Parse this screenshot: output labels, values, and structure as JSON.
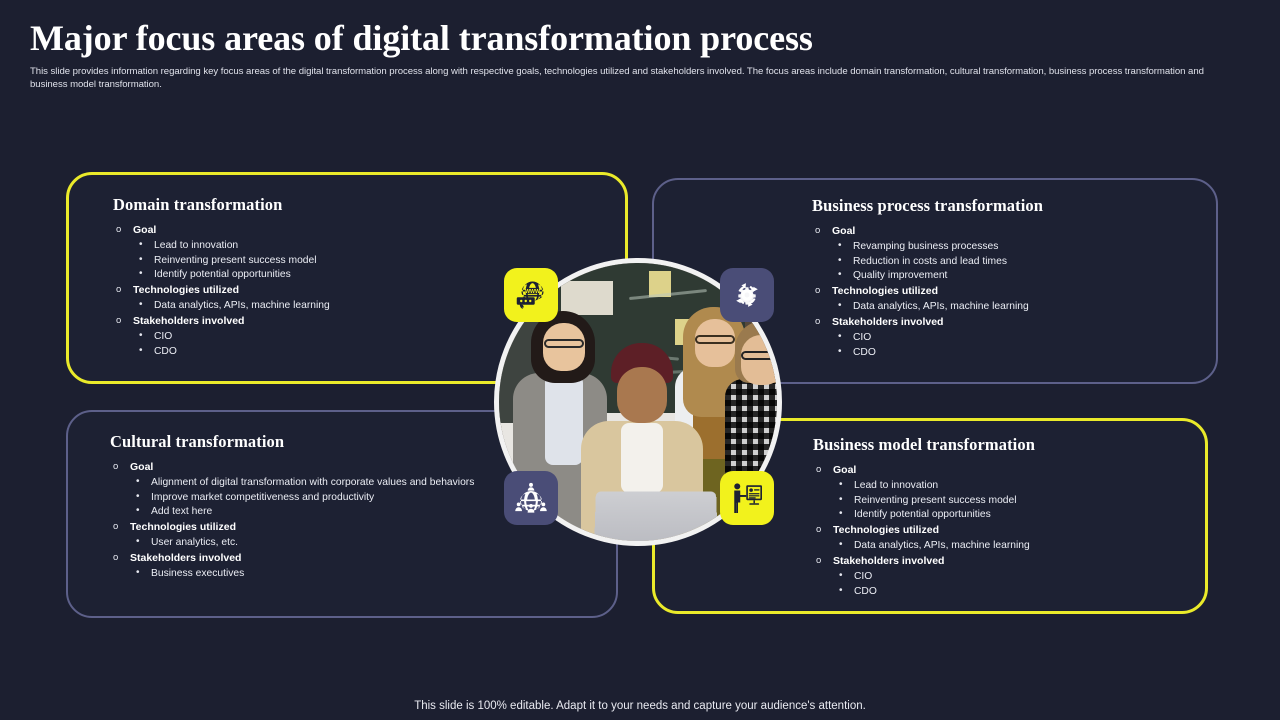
{
  "header": {
    "title": "Major focus areas of digital transformation process",
    "subtitle": "This slide provides information regarding key focus areas of the digital transformation process along with respective goals, technologies utilized and stakeholders involved. The focus areas include domain transformation, cultural transformation, business process transformation and business model transformation."
  },
  "colors": {
    "background": "#1c1f30",
    "card_background": "#1d2133",
    "accent_yellow": "#eaea2a",
    "accent_purple": "#5d608a",
    "icon_yellow": "#f2f21c",
    "icon_purple": "#4a4d77",
    "text_primary": "#ffffff",
    "text_secondary": "#eceef5"
  },
  "cards": [
    {
      "id": "domain",
      "title": "Domain transformation",
      "border": "yellow",
      "groups": [
        {
          "label": "Goal",
          "items": [
            "Lead to innovation",
            "Reinventing present success model",
            "Identify potential opportunities"
          ]
        },
        {
          "label": "Technologies utilized",
          "items": [
            "Data analytics, APIs, machine learning"
          ]
        },
        {
          "label": "Stakeholders involved",
          "items": [
            "CIO",
            "CDO"
          ]
        }
      ]
    },
    {
      "id": "process",
      "title": "Business process transformation",
      "border": "purple",
      "groups": [
        {
          "label": "Goal",
          "items": [
            "Revamping business processes",
            "Reduction in costs and lead times",
            "Quality improvement"
          ]
        },
        {
          "label": "Technologies utilized",
          "items": [
            "Data analytics, APIs, machine learning"
          ]
        },
        {
          "label": "Stakeholders involved",
          "items": [
            "CIO",
            "CDO"
          ]
        }
      ]
    },
    {
      "id": "cultural",
      "title": "Cultural transformation",
      "border": "purple",
      "groups": [
        {
          "label": "Goal",
          "items": [
            "Alignment of digital transformation with corporate values and behaviors",
            "Improve market competitiveness and productivity",
            "Add text here"
          ]
        },
        {
          "label": "Technologies utilized",
          "items": [
            "User analytics, etc."
          ]
        },
        {
          "label": "Stakeholders involved",
          "items": [
            "Business executives"
          ]
        }
      ]
    },
    {
      "id": "model",
      "title": "Business model transformation",
      "border": "yellow",
      "groups": [
        {
          "label": "Goal",
          "items": [
            "Lead to innovation",
            "Reinventing present success model",
            "Identify potential opportunities"
          ]
        },
        {
          "label": "Technologies utilized",
          "items": [
            "Data analytics, APIs, machine learning"
          ]
        },
        {
          "label": "Stakeholders involved",
          "items": [
            "CIO",
            "CDO"
          ]
        }
      ]
    }
  ],
  "icons": [
    {
      "position": "top-left",
      "name": "web-globe-www-icon",
      "style": "yellow"
    },
    {
      "position": "top-right",
      "name": "gear-process-cycle-icon",
      "style": "purple"
    },
    {
      "position": "bottom-left",
      "name": "global-people-globe-icon",
      "style": "purple"
    },
    {
      "position": "bottom-right",
      "name": "presentation-person-icon",
      "style": "yellow"
    }
  ],
  "center_image": {
    "name": "team-collaboration-photo",
    "description": "Four young colleagues gathered around a laptop in front of a chalkboard"
  },
  "footer": {
    "note": "This slide is 100% editable. Adapt it to your needs and capture your audience's attention."
  }
}
